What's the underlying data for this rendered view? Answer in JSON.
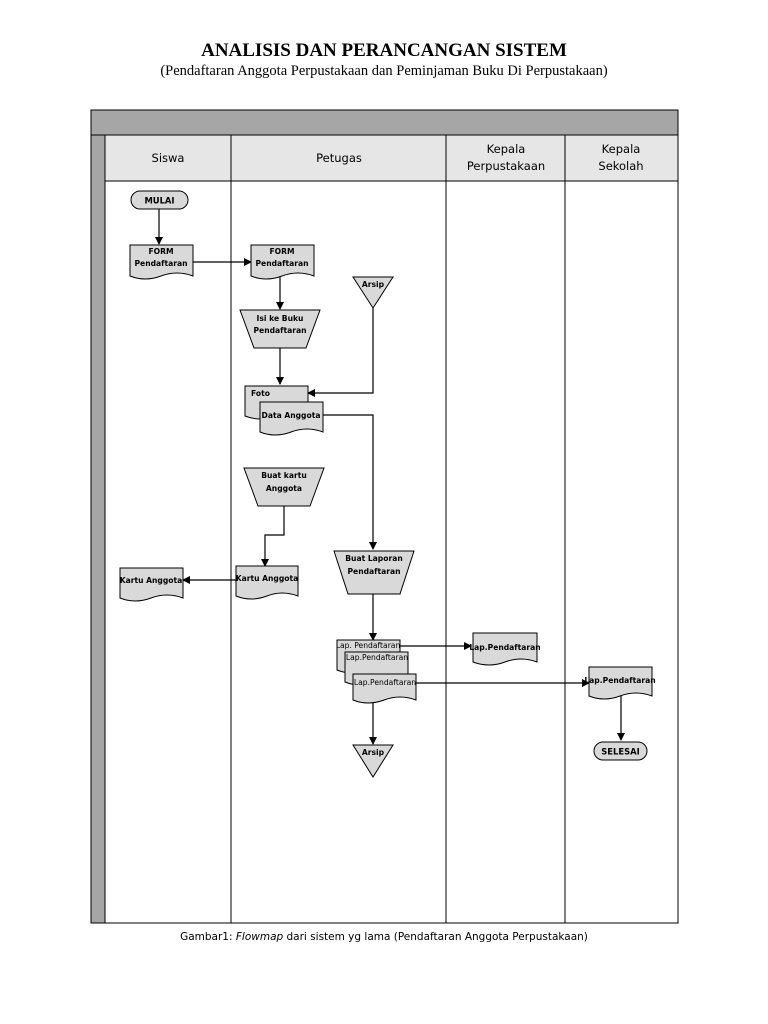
{
  "header": {
    "title": "ANALISIS DAN PERANCANGAN SISTEM",
    "subtitle": "(Pendaftaran Anggota Perpustakaan dan Peminjaman Buku Di Perpustakaan)"
  },
  "lanes": {
    "siswa": "Siswa",
    "petugas": "Petugas",
    "kepala_perpus_1": "Kepala",
    "kepala_perpus_2": "Perpustakaan",
    "kepala_sekolah_1": "Kepala",
    "kepala_sekolah_2": "Sekolah"
  },
  "nodes": {
    "mulai": "MULAI",
    "form_siswa_1": "FORM",
    "form_siswa_2": "Pendaftaran",
    "form_petugas_1": "FORM",
    "form_petugas_2": "Pendaftaran",
    "arsip_top": "Arsip",
    "isi_buku_1": "Isi ke Buku",
    "isi_buku_2": "Pendaftaran",
    "foto": "Foto",
    "data_anggota": "Data Anggota",
    "buat_kartu_1": "Buat kartu",
    "buat_kartu_2": "Anggota",
    "kartu_petugas": "Kartu Anggota",
    "kartu_siswa": "Kartu Anggota",
    "buat_laporan_1": "Buat Laporan",
    "buat_laporan_2": "Pendaftaran",
    "lap_1": "Lap. Pendaftaran",
    "lap_2": "Lap.Pendaftaran",
    "lap_3": "Lap.Pendaftaran",
    "lap_kepala_perpus": "Lap.Pendaftaran",
    "lap_kepala_sekolah": "Lap.Pendaftaran",
    "arsip_bottom": "Arsip",
    "selesai": "SELESAI"
  },
  "caption": {
    "prefix": "Gambar1: ",
    "italic": "Flowmap",
    "suffix": " dari sistem yg lama (Pendaftaran Anggota Perpustakaan)"
  },
  "colors": {
    "shape_fill": "#d9d9d9",
    "band_fill": "#a6a6a6",
    "header_fill": "#e6e6e6"
  }
}
